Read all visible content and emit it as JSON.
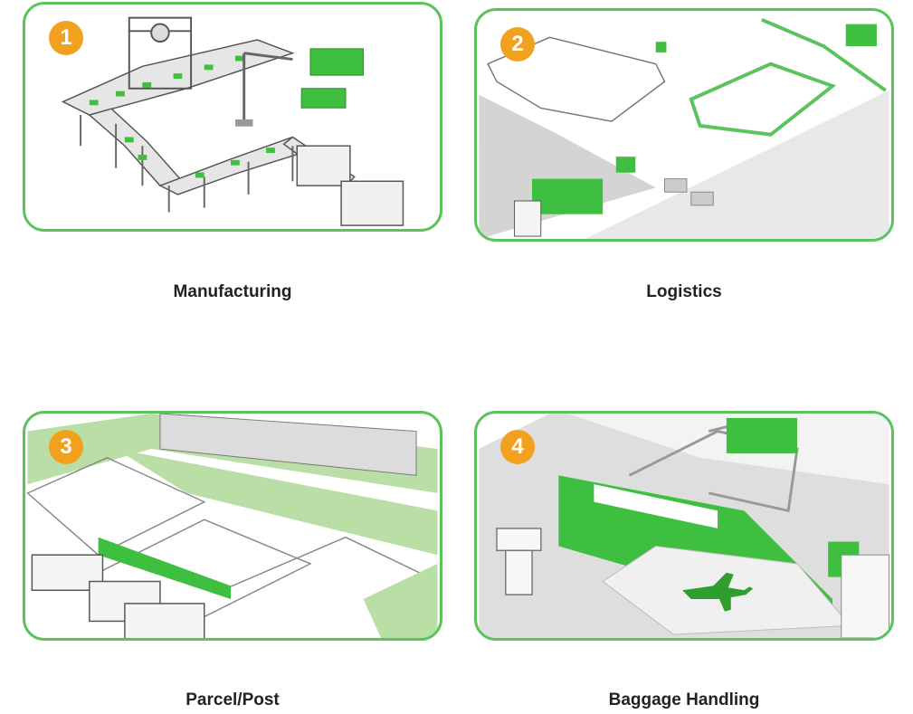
{
  "colors": {
    "accent": "#5cc35c",
    "badge": "#f2a11f",
    "green_fill": "#3fbf3f",
    "light_green": "#b9dfa6"
  },
  "cards": [
    {
      "number": "1",
      "label": "Manufacturing"
    },
    {
      "number": "2",
      "label": "Logistics"
    },
    {
      "number": "3",
      "label": "Parcel/Post"
    },
    {
      "number": "4",
      "label": "Baggage Handling"
    }
  ]
}
